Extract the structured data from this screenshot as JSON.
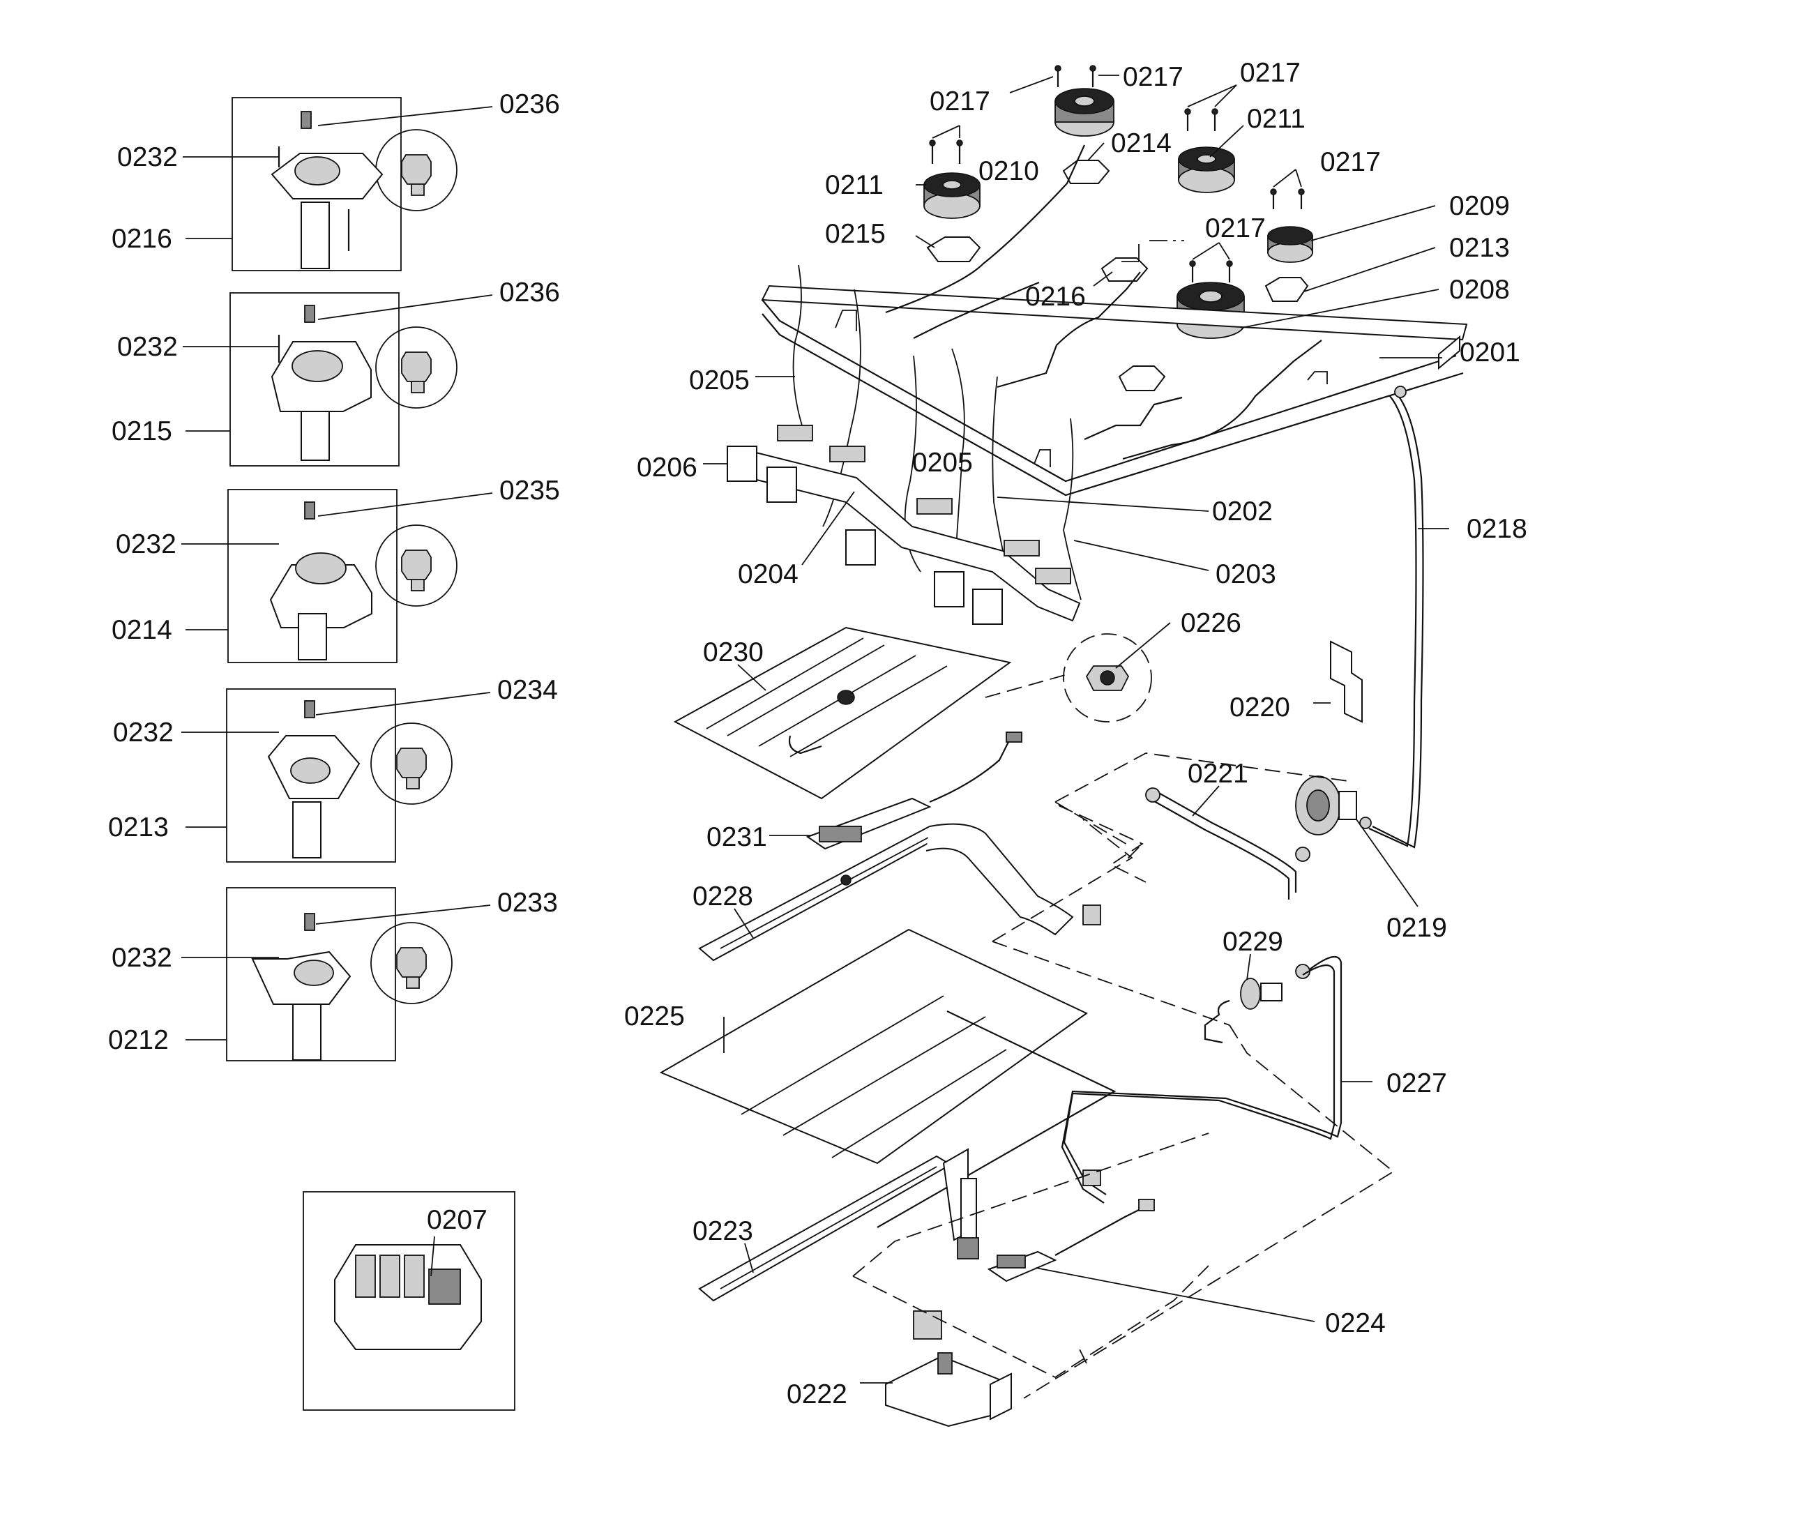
{
  "labels": {
    "l0236a": "0236",
    "l0232a": "0232",
    "l0216a": "0216",
    "l0236b": "0236",
    "l0232b": "0232",
    "l0215a": "0215",
    "l0235": "0235",
    "l0232c": "0232",
    "l0214a": "0214",
    "l0234": "0234",
    "l0232d": "0232",
    "l0213a": "0213",
    "l0233": "0233",
    "l0232e": "0232",
    "l0212": "0212",
    "l0207": "0207",
    "l0217a": "0217",
    "l0217b": "0217",
    "l0217c": "0217",
    "l0217d": "0217",
    "l0217e": "0217",
    "l0211a": "0211",
    "l0211b": "0211",
    "l0210": "0210",
    "l0214b": "0214",
    "l0215b": "0215",
    "l0209": "0209",
    "l0213b": "0213",
    "l0208": "0208",
    "l0216b": "0216",
    "l0201": "0201",
    "l0205a": "0205",
    "l0205b": "0205",
    "l0206": "0206",
    "l0202": "0202",
    "l0218": "0218",
    "l0204": "0204",
    "l0203": "0203",
    "l0226": "0226",
    "l0230": "0230",
    "l0220": "0220",
    "l0221": "0221",
    "l0231": "0231",
    "l0219": "0219",
    "l0228": "0228",
    "l0229": "0229",
    "l0225": "0225",
    "l0227": "0227",
    "l0223": "0223",
    "l0224": "0224",
    "l0222": "0222"
  }
}
